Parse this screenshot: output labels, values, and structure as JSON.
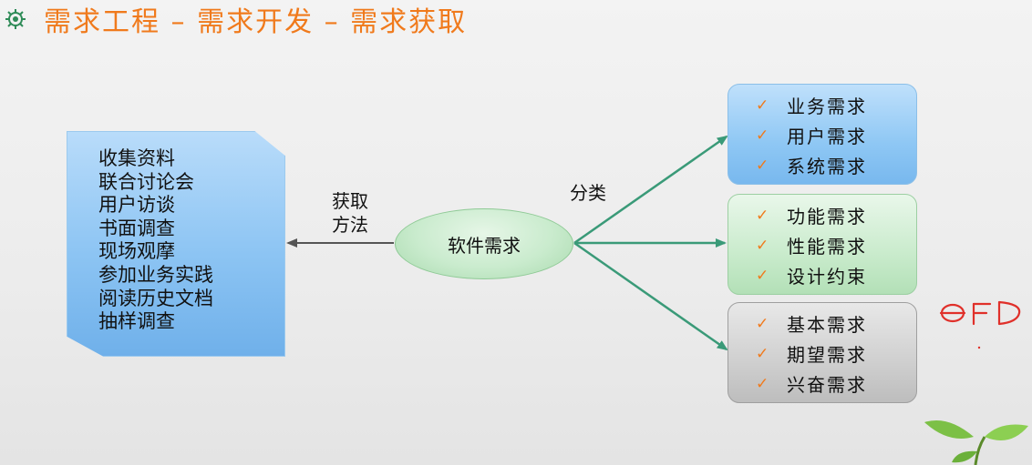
{
  "title": "需求工程 – 需求开发 – 需求获取",
  "center_node": "软件需求",
  "method_label_line1": "获取",
  "method_label_line2": "方法",
  "classification_label": "分类",
  "methods": [
    "收集资料",
    "联合讨论会",
    "用户访谈",
    "书面调查",
    "现场观摩",
    "参加业务实践",
    "阅读历史文档",
    "抽样调查"
  ],
  "categories": [
    {
      "items": [
        "业务需求",
        "用户需求",
        "系统需求"
      ],
      "color": "#8ec7f4"
    },
    {
      "items": [
        "功能需求",
        "性能需求",
        "设计约束"
      ],
      "color": "#c9ebcc"
    },
    {
      "items": [
        "基本需求",
        "期望需求",
        "兴奋需求"
      ],
      "color": "#cfcfcf"
    }
  ],
  "handwritten_note": "QFD",
  "colors": {
    "title": "#f07a1c",
    "check": "#f07a1c",
    "arrow_green": "#3a9a78",
    "arrow_gray": "#555555",
    "handwriting": "#e0302a"
  },
  "icons": {
    "title": "gear-flower-icon",
    "check": "check-icon"
  }
}
